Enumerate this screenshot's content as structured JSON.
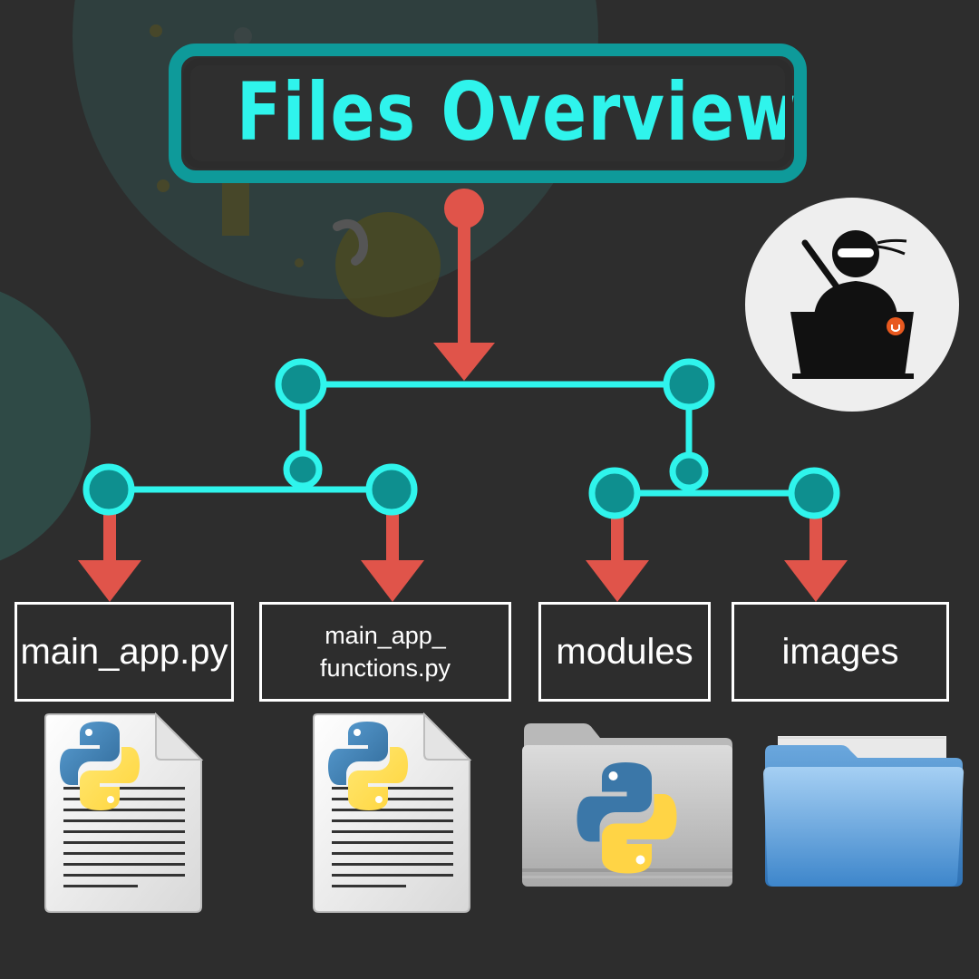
{
  "title": "Files Overview",
  "nodes": [
    {
      "label_lines": [
        "main_app.py"
      ],
      "icon": "python-file-icon"
    },
    {
      "label_lines": [
        "main_app_",
        "functions.py"
      ],
      "icon": "python-file-icon"
    },
    {
      "label_lines": [
        "modules"
      ],
      "icon": "python-folder-icon"
    },
    {
      "label_lines": [
        "images"
      ],
      "icon": "blue-folder-icon"
    }
  ],
  "badge": {
    "icon": "ninja-laptop-icon"
  },
  "colors": {
    "background": "#2d2d2d",
    "accent_cyan": "#2ff4ec",
    "node_teal": "#0e9a9a",
    "arrow_red": "#e0544a",
    "box_border": "#ffffff"
  }
}
